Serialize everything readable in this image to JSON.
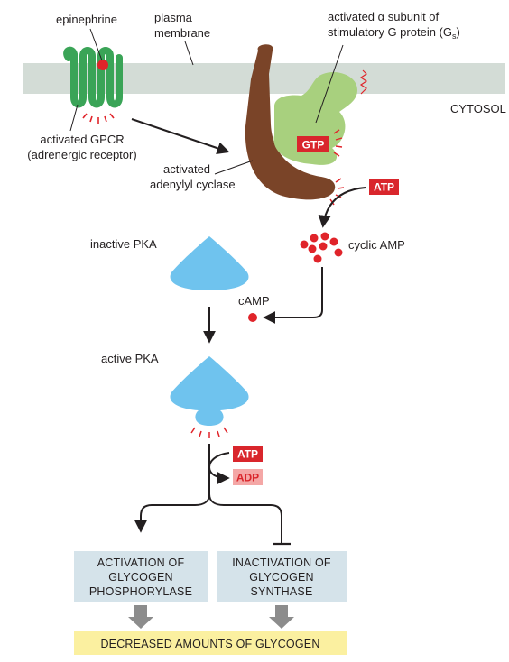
{
  "labels": {
    "epinephrine": "epinephrine",
    "plasma_membrane": [
      "plasma",
      "membrane"
    ],
    "galpha": [
      "activated α subunit of",
      "stimulatory G protein (G"
    ],
    "galpha_sub": "s",
    "galpha_close": ")",
    "cytosol": "CYTOSOL",
    "gpcr": [
      "activated GPCR",
      "(adrenergic receptor)"
    ],
    "adenylyl": [
      "activated",
      "adenylyl cyclase"
    ],
    "inactive_pka": "inactive PKA",
    "cyclic_amp": "cyclic AMP",
    "camp": "cAMP",
    "active_pka": "active PKA"
  },
  "tags": {
    "gtp": "GTP",
    "atp_top": "ATP",
    "atp_bottom": "ATP",
    "adp": "ADP"
  },
  "boxes": {
    "activation": [
      "ACTIVATION OF",
      "GLYCOGEN",
      "PHOSPHORYLASE"
    ],
    "inactivation": [
      "INACTIVATION OF",
      "GLYCOGEN",
      "SYNTHASE"
    ],
    "result": "DECREASED AMOUNTS OF GLYCOGEN"
  },
  "colors": {
    "membrane": "#d3dcd6",
    "gpcr": "#3aa457",
    "ligand": "#e0242a",
    "adenylyl": "#7a4428",
    "galpha": "#a8d07e",
    "pka": "#6fc3ee",
    "tag_red": "#d9262c",
    "tag_pink": "#f4a7a6",
    "box_blue": "#d5e3ea",
    "box_yellow": "#fbf0a0",
    "arrow": "#231f20",
    "grey_arrow": "#8c8c8c"
  }
}
